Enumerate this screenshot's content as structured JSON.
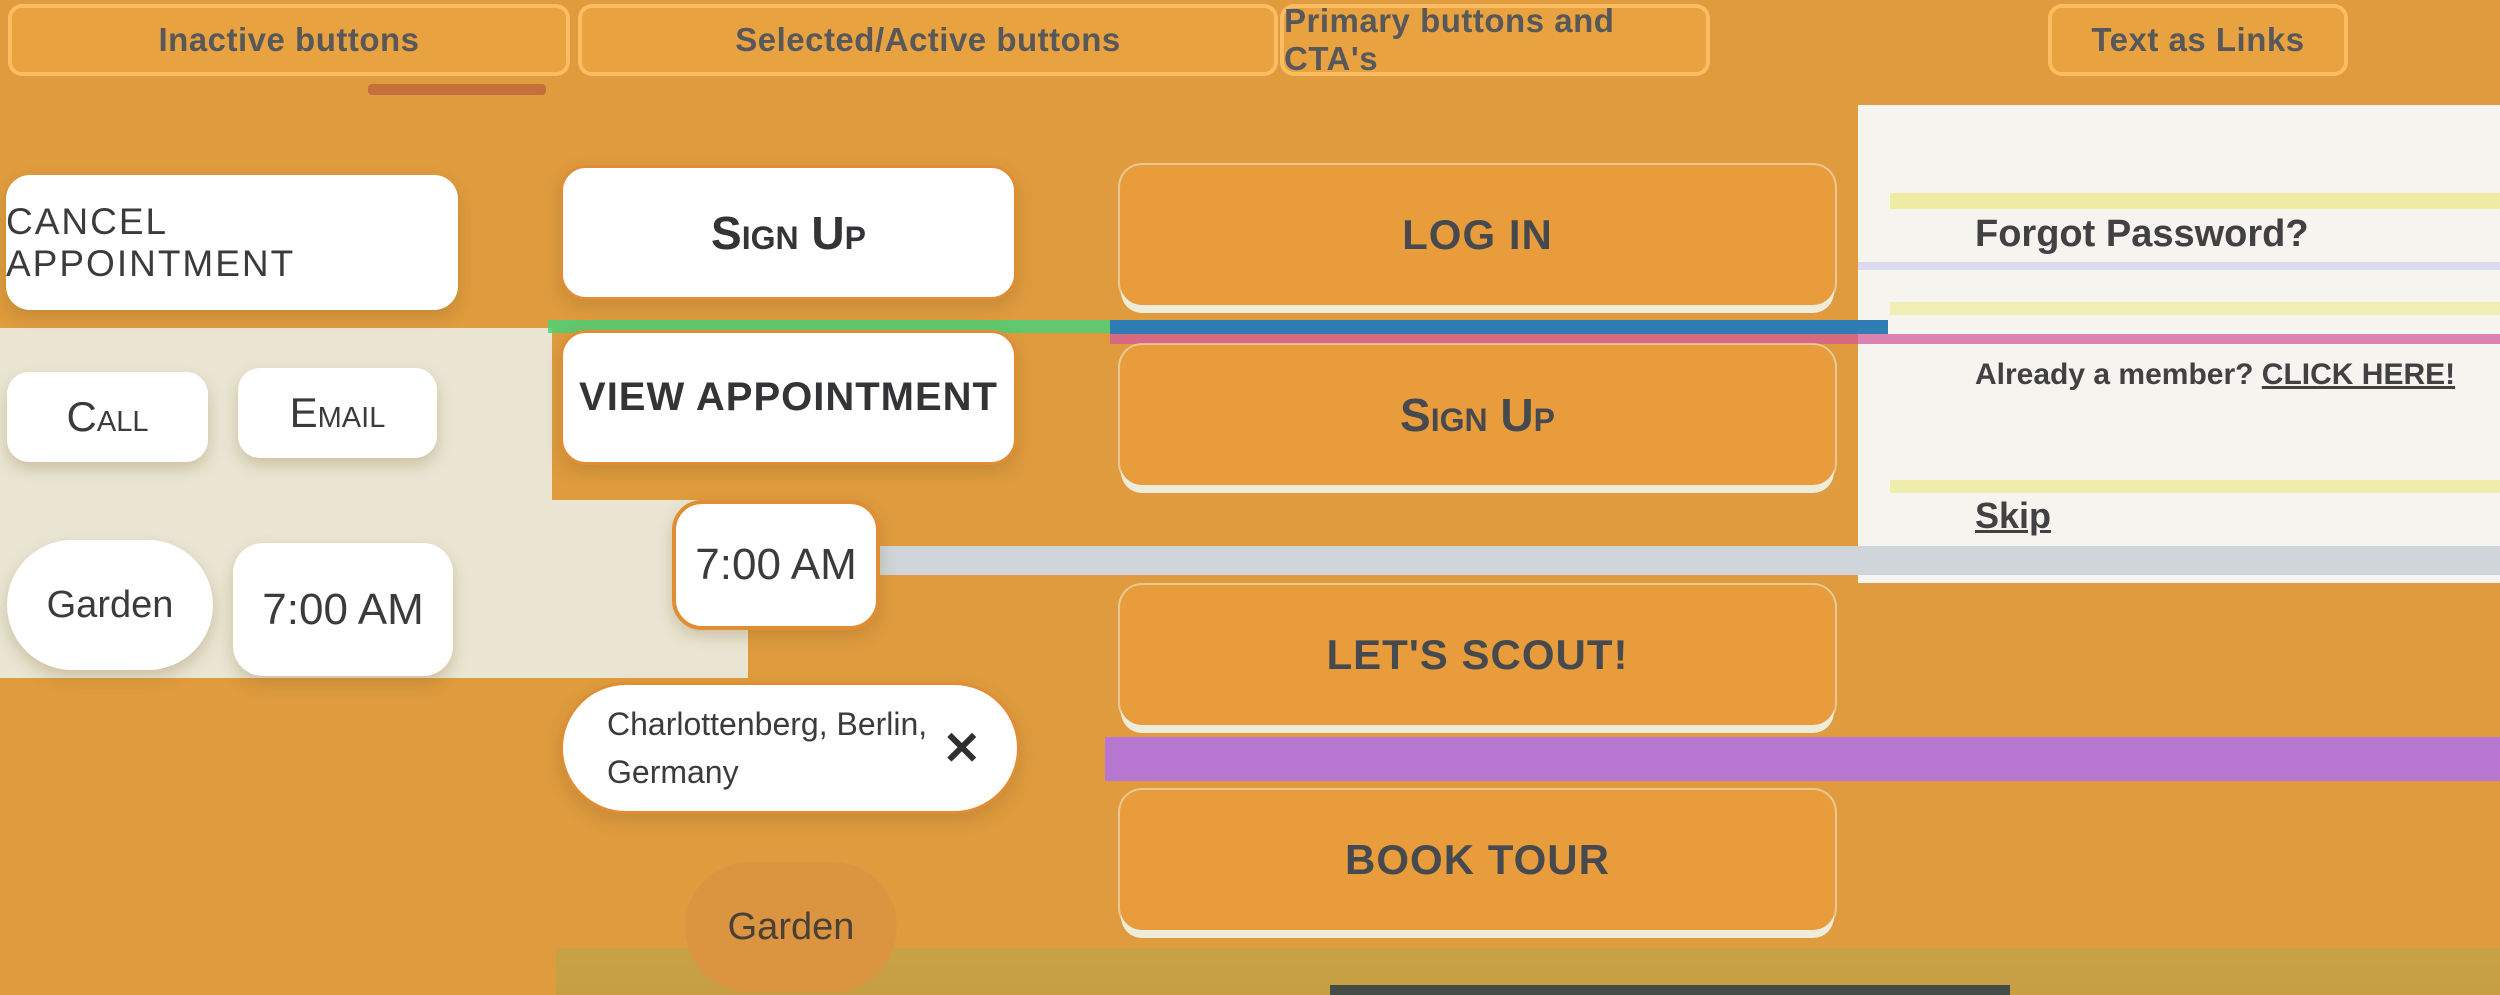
{
  "palette": {
    "background": "#DF9B3E",
    "header_text": "#58585B",
    "tab_underline": "#C5703A",
    "white_button": "#FFFFFF",
    "active_border": "#E08D33",
    "primary_fill": "#E89C3C",
    "primary_outline_cream": "#F0ECDA",
    "button_text_dark": "#3B3B3D",
    "link_text": "#414042",
    "cream_panel": "#EAE6D3",
    "gray_band": "#CFD5D8",
    "purple_band": "#B273E0",
    "green_stripe": "#4CD077",
    "blue_stripe": "#2F7DB4",
    "pink_stripe": "#D4569B"
  },
  "sections": {
    "inactive": {
      "header": "Inactive buttons",
      "cancel_appointment": "CANCEL APPOINTMENT",
      "call": "Call",
      "email": "Email",
      "garden": "Garden",
      "time": "7:00 AM"
    },
    "selected": {
      "header": "Selected/Active buttons",
      "sign_up": "Sign Up",
      "view_appointment": "VIEW APPOINTMENT",
      "time": "7:00 AM",
      "location_line1": "Charlottenberg, Berlin,",
      "location_line2": "Germany",
      "close_icon": "✕",
      "garden": "Garden"
    },
    "primary": {
      "header": "Primary buttons and CTA's",
      "buttons": [
        {
          "label": "LOG IN"
        },
        {
          "label": "Sign Up"
        },
        {
          "label": "LET'S SCOUT!"
        },
        {
          "label": "BOOK TOUR"
        }
      ]
    },
    "links": {
      "header": "Text as Links",
      "forgot_password": "Forgot Password?",
      "member_prefix": "Already a member? ",
      "member_link": "CLICK HERE!",
      "skip": "Skip"
    }
  }
}
